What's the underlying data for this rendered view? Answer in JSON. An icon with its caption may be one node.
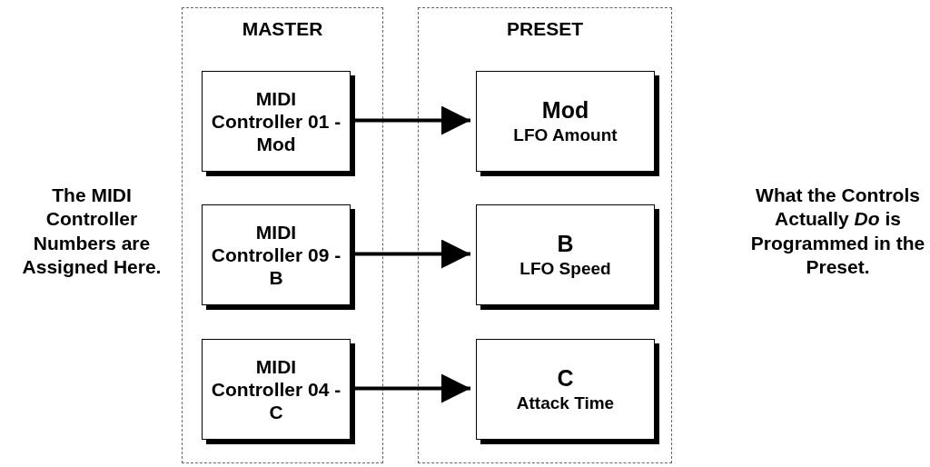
{
  "diagram": {
    "nodes": [
      {
        "text": [
          "MASTER"
        ]
      },
      {
        "text": [
          "MIDI Controller 01 - Mod"
        ],
        "in": 0
      },
      {
        "text": [
          "MIDI Controller 09 - B"
        ],
        "in": 0
      },
      {
        "text": [
          "MIDI Controller 04 - C"
        ],
        "in": 0
      },
      {
        "text": [
          "PRESET"
        ]
      },
      {
        "text": [
          "Mod",
          "LFO Amount"
        ],
        "in": 4
      },
      {
        "text": [
          "B",
          "LFO Speed"
        ],
        "in": 4
      },
      {
        "text": [
          "C",
          "Attack Time"
        ],
        "in": 4
      }
    ],
    "edges": [
      {
        "from": 1,
        "to": 5,
        "arrow": "to"
      },
      {
        "from": 2,
        "to": 6,
        "arrow": "to"
      },
      {
        "from": 3,
        "to": 7,
        "arrow": "to"
      }
    ],
    "labels": [
      "The MIDI Controller Numbers are Assigned Here.",
      "What the Controls Actually *Do* is Programmed in the Preset."
    ]
  }
}
